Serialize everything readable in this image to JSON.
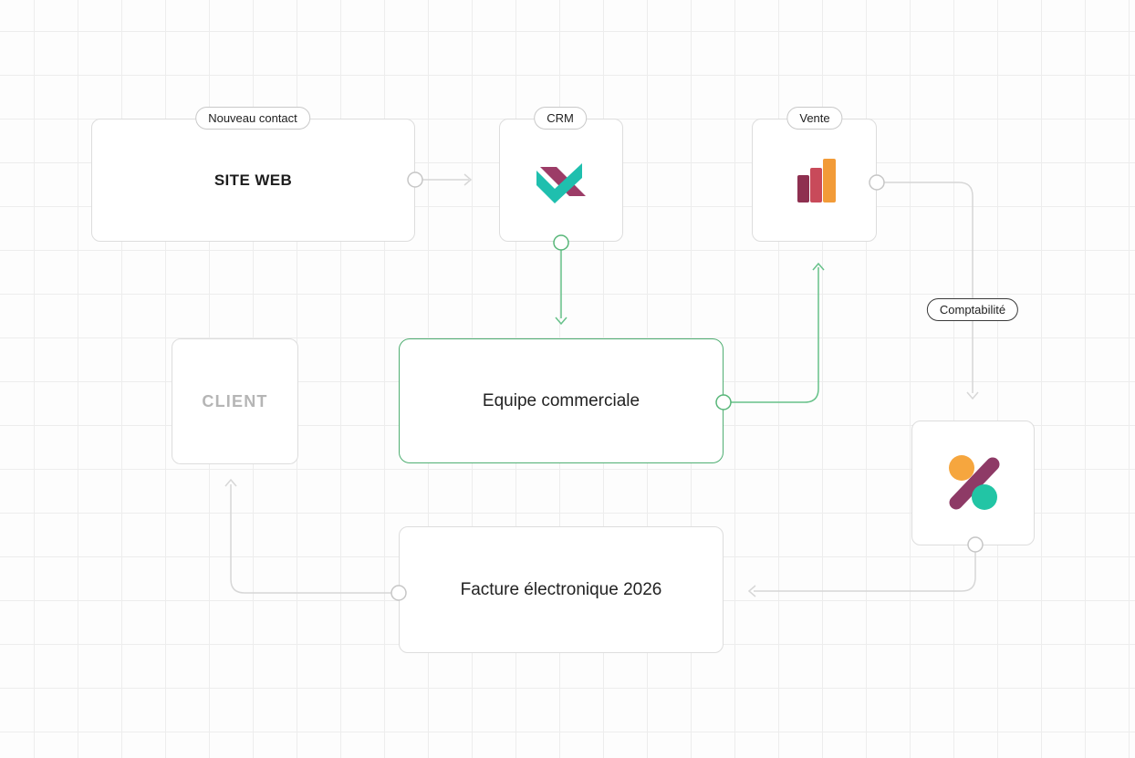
{
  "canvas": {
    "background": "#fdfdfd",
    "grid_color": "#ededed"
  },
  "nodes": {
    "site_web": {
      "title": "SITE WEB",
      "tag": "Nouveau contact"
    },
    "crm": {
      "tag": "CRM",
      "icon": "crm-logo-icon"
    },
    "vente": {
      "tag": "Vente",
      "icon": "sales-bars-icon"
    },
    "client": {
      "title": "CLIENT"
    },
    "equipe_commerciale": {
      "title": "Equipe commerciale"
    },
    "facture": {
      "title": "Facture électronique 2026"
    },
    "comptabilite": {
      "tag": "Comptabilité",
      "icon": "percent-logo-icon"
    }
  },
  "colors": {
    "accent_green": "#4fae72",
    "wire_green": "#66c189",
    "wire_gray": "#d7d7d7",
    "logo_teal": "#1fbfae",
    "logo_plum": "#9c3c67",
    "logo_maroon": "#8e3050",
    "logo_red": "#c84a5a",
    "logo_orange": "#f29b38",
    "logo_yellow_orange": "#f6a63e",
    "logo_mint": "#22c5a5"
  }
}
